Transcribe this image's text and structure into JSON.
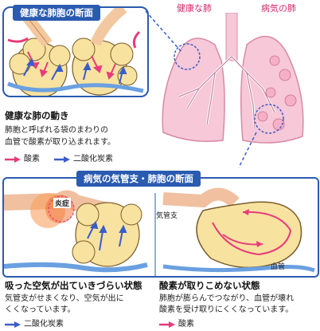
{
  "colors": {
    "oxygen": "#e83b7a",
    "co2": "#3a5ec8",
    "panel": "#2a5bb0",
    "lung_pink": "#f7c8d8",
    "alveolus": "#f8e2a0"
  },
  "top_left": {
    "title": "健康な肺胞の断面",
    "heading": "健康な肺の動き",
    "desc_line1": "肺胞と呼ばれる袋のまわりの",
    "desc_line2": "血管で酸素が取り込まれます。",
    "legend_oxygen": "酸素",
    "legend_co2": "二酸化炭素"
  },
  "top_right": {
    "label_healthy": "健康な肺",
    "label_sick": "病気の肺"
  },
  "bottom": {
    "title": "病気の気管支・肺胞の断面",
    "inflammation": "炎症",
    "bronchus": "気管支",
    "blood_vessel": "血管"
  },
  "bottom_left": {
    "heading": "吸った空気が出ていきづらい状態",
    "desc_line1": "気管支がせまくなり、空気が出に",
    "desc_line2": "くくなっています。",
    "legend_co2": "二酸化炭素"
  },
  "bottom_right": {
    "heading": "酸素が取りこめない状態",
    "desc_line1": "肺胞が膨らんでつながり、血管が壊れ",
    "desc_line2": "酸素を受け取りにくくなっています。",
    "legend_oxygen": "酸素"
  }
}
